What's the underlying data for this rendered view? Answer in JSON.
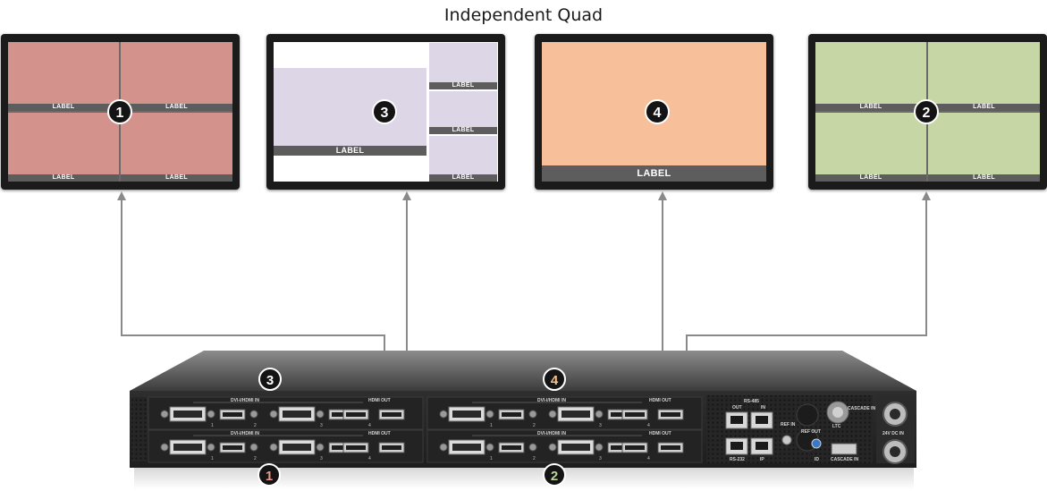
{
  "title": "Independent Quad",
  "monitors": [
    {
      "badge": "1",
      "color": "#d4928c",
      "labels": [
        "LABEL",
        "LABEL",
        "LABEL",
        "LABEL"
      ]
    },
    {
      "badge": "3",
      "color": "#ddd6e6",
      "labels": [
        "LABEL",
        "LABEL",
        "LABEL",
        "LABEL"
      ]
    },
    {
      "badge": "4",
      "color": "#f7c09a",
      "labels": [
        "LABEL"
      ]
    },
    {
      "badge": "2",
      "color": "#c6d6a4",
      "labels": [
        "LABEL",
        "LABEL",
        "LABEL",
        "LABEL"
      ]
    }
  ],
  "device": {
    "card_badges": {
      "top_left": "3",
      "top_right": "4",
      "bottom_left": "1",
      "bottom_right": "2"
    },
    "dvi_hdmi_in": "DVI-I/HDMI IN",
    "hdmi_out": "HDMI OUT",
    "port_numbers": [
      "1",
      "2",
      "3",
      "4"
    ],
    "rs485": "RS-485",
    "out": "OUT",
    "in": "IN",
    "rs232": "RS-232",
    "ip": "IP",
    "ref_in": "REF IN",
    "ref_out": "REF OUT",
    "ltc": "LTC",
    "cascade_in": "CASCADE IN",
    "id": "ID",
    "dc_in": "24V DC IN"
  },
  "colors": {
    "chassis": "#2a2a2a",
    "chassis_top": "#5a5a5a",
    "line": "#8a8a8a",
    "badge_one": "#e8998c",
    "badge_two": "#bcd49a",
    "badge_three": "#ffffff",
    "badge_four": "#f6c08c"
  }
}
